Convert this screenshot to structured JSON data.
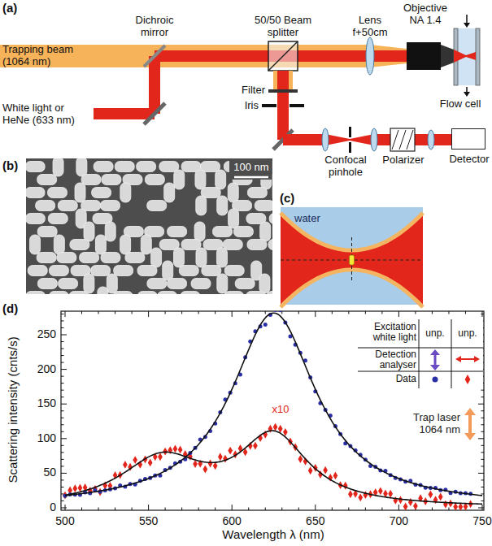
{
  "diagram": {
    "nodes": [
      {
        "text": [
          "Detector"
        ]
      }
    ],
    "labels": [
      "(a)",
      "Trapping beam (1064 nm)",
      "White light or HeNe (633 nm)",
      "Dichroic mirror",
      "50/50 Beam splitter",
      "Lens f+50cm",
      "Objective NA 1.4",
      "Flow cell",
      "Filter",
      "Iris",
      "Confocal pinhole",
      "Polarizer",
      "(b)",
      "100 nm",
      "(c)",
      "water",
      "(d)",
      "Excitation white light",
      "unp.",
      "unp.",
      "Detection analyser",
      "Data",
      "x10",
      "Trap laser 1064 nm",
      "Scattering intensity (cnts/s)",
      "Wavelength λ (nm)",
      "500",
      "550",
      "600",
      "650",
      "700",
      "750",
      "0",
      "50",
      "100",
      "150",
      "200",
      "250"
    ]
  }
}
